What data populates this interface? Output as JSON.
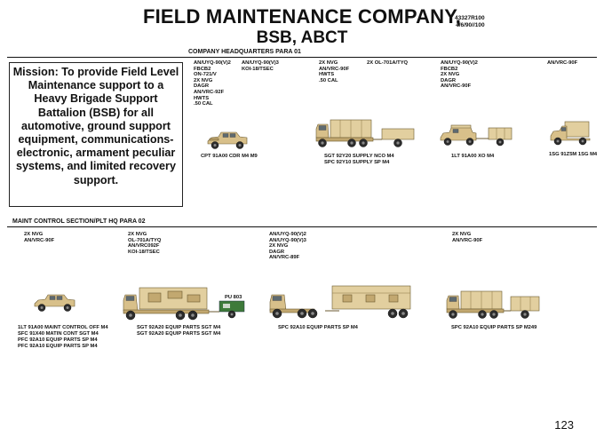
{
  "header": {
    "title": "FIELD MAINTENANCE COMPANY,",
    "subtitle": "BSB, ABCT",
    "doc_code_line1": "43327R100",
    "doc_code_line2": "4/6/90//100"
  },
  "mission": {
    "text": "Mission: To provide Field Level Maintenance support to a Heavy Brigade Support Battalion (BSB) for all automotive, ground support equipment, communications-electronic, armament peculiar systems, and limited recovery support."
  },
  "company_hq": {
    "label": "COMPANY HEADQUARTERS   PARA 01",
    "equipment": [
      {
        "lines": [
          "AN/UYQ-90(V)2",
          "FBCB2",
          "ON-721/V",
          "2X NVG",
          "DAGR",
          "AN/VRC-92F",
          "HWTS",
          ".50 CAL"
        ]
      },
      {
        "lines": [
          "AN/UYQ-90(V)3",
          "KOI-18/TSEC"
        ]
      },
      {
        "lines": [
          "2X NVG",
          "AN/VRC-90F",
          "HWTS",
          ".50 CAL"
        ]
      },
      {
        "lines": [
          "2X OL-701A/TYQ"
        ]
      },
      {
        "lines": [
          "AN/UYQ-90(V)2",
          "FBCB2",
          "2X NVG",
          "DAGR",
          "AN/VRC-90F"
        ]
      },
      {
        "lines": [
          "AN/VRC-90F"
        ]
      }
    ],
    "captions": [
      {
        "lines": [
          "CPT 91A00 CDR M4 M9"
        ]
      },
      {
        "lines": [
          "SGT 92Y20 SUPPLY NCO M4",
          "SPC 92Y10 SUPPLY SP M4"
        ]
      },
      {
        "lines": [
          "1LT 91A00 XO M4"
        ]
      },
      {
        "lines": [
          "1SG 91Z5M 1SG M4"
        ]
      }
    ]
  },
  "maint_control": {
    "label": "MAINT CONTROL SECTION/PLT HQ  PARA 02",
    "equipment": [
      {
        "lines": [
          "2X NVG",
          "AN/VRC-90F"
        ]
      },
      {
        "lines": [
          "2X NVG",
          "OL-701A/TYQ",
          "AN/VRC092F",
          "KOI-18/TSEC"
        ]
      },
      {
        "lines": [
          "AN/UYQ-90(V)2",
          "AN/UYQ-90(V)3",
          "2X NVG",
          "DAGR",
          "AN/VRC-89F"
        ]
      },
      {
        "lines": [
          "2X NVG",
          "AN/VRC-90F"
        ]
      }
    ],
    "generator_label": "PU 803",
    "captions": [
      {
        "lines": [
          "1LT 91A00 MAINT CONTROL OFF M4",
          "SFC 91X40 MATIN CONT SGT M4",
          "PFC 92A10 EQUIP PARTS SP M4",
          "PFC 92A10 EQUIP PARTS SP M4"
        ]
      },
      {
        "lines": [
          "SGT 92A20 EQUIP PARTS SGT M4",
          "SGT 92A20 EQUIP PARTS SGT M4"
        ]
      },
      {
        "lines": [
          "SPC 92A10 EQUIP PARTS SP M4"
        ]
      },
      {
        "lines": [
          "SPC 92A10 EQUIP PARTS SP M249"
        ]
      }
    ]
  },
  "page_number": "123",
  "colors": {
    "vehicle_tan": "#d8c08a",
    "generator_green": "#3e7a3a"
  }
}
